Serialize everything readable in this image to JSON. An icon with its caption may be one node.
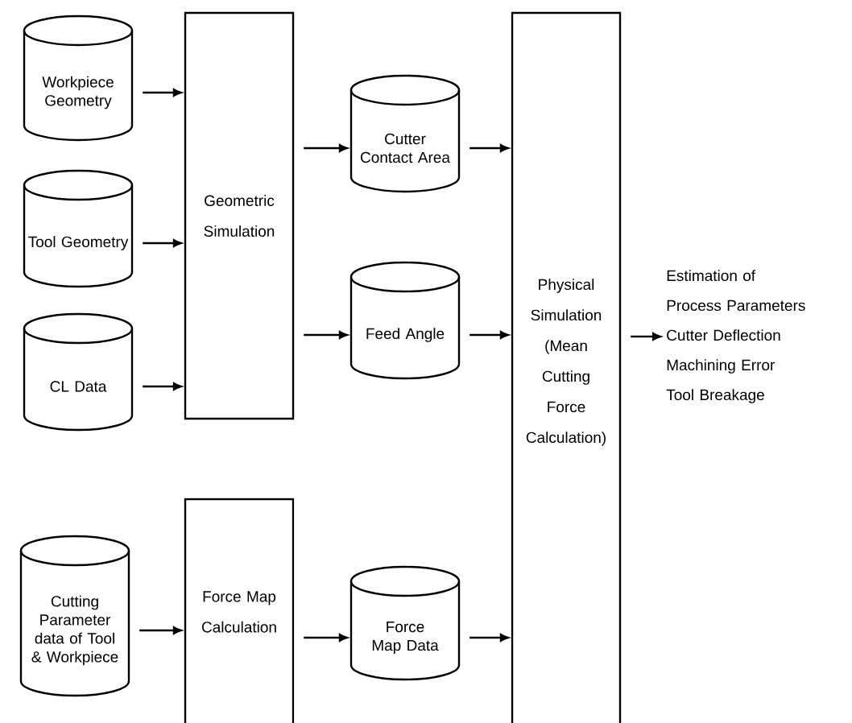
{
  "diagram": {
    "nodes": [
      {
        "text": [
          "Workpiece Geometry"
        ]
      },
      {
        "text": [
          "Tool Geometry"
        ]
      },
      {
        "text": [
          "CL Data"
        ]
      },
      {
        "text": [
          "Geometric Simulation"
        ]
      },
      {
        "text": [
          "Cutter Contact Area"
        ]
      },
      {
        "text": [
          "Feed Angle"
        ]
      },
      {
        "text": [
          "Cutting Parameter data of Tool & Workpiece"
        ]
      },
      {
        "text": [
          "Force Map Calculation"
        ]
      },
      {
        "text": [
          "Force Map Data"
        ]
      },
      {
        "text": [
          "Physical Simulation (Mean Cutting Force Calculation)"
        ]
      },
      {
        "text": [
          "Estimation of Process Parameters",
          "Cutter Deflection",
          "Machining Error",
          "Tool Breakage"
        ]
      }
    ],
    "edges": [
      {
        "from": 0,
        "to": 3,
        "arrow": "to"
      },
      {
        "from": 1,
        "to": 3,
        "arrow": "to"
      },
      {
        "from": 2,
        "to": 3,
        "arrow": "to"
      },
      {
        "from": 3,
        "to": 4,
        "arrow": "to"
      },
      {
        "from": 3,
        "to": 5,
        "arrow": "to"
      },
      {
        "from": 6,
        "to": 7,
        "arrow": "to"
      },
      {
        "from": 7,
        "to": 8,
        "arrow": "to"
      },
      {
        "from": 4,
        "to": 9,
        "arrow": "to"
      },
      {
        "from": 5,
        "to": 9,
        "arrow": "to"
      },
      {
        "from": 8,
        "to": 9,
        "arrow": "to"
      },
      {
        "from": 9,
        "to": 10,
        "arrow": "to"
      }
    ]
  }
}
